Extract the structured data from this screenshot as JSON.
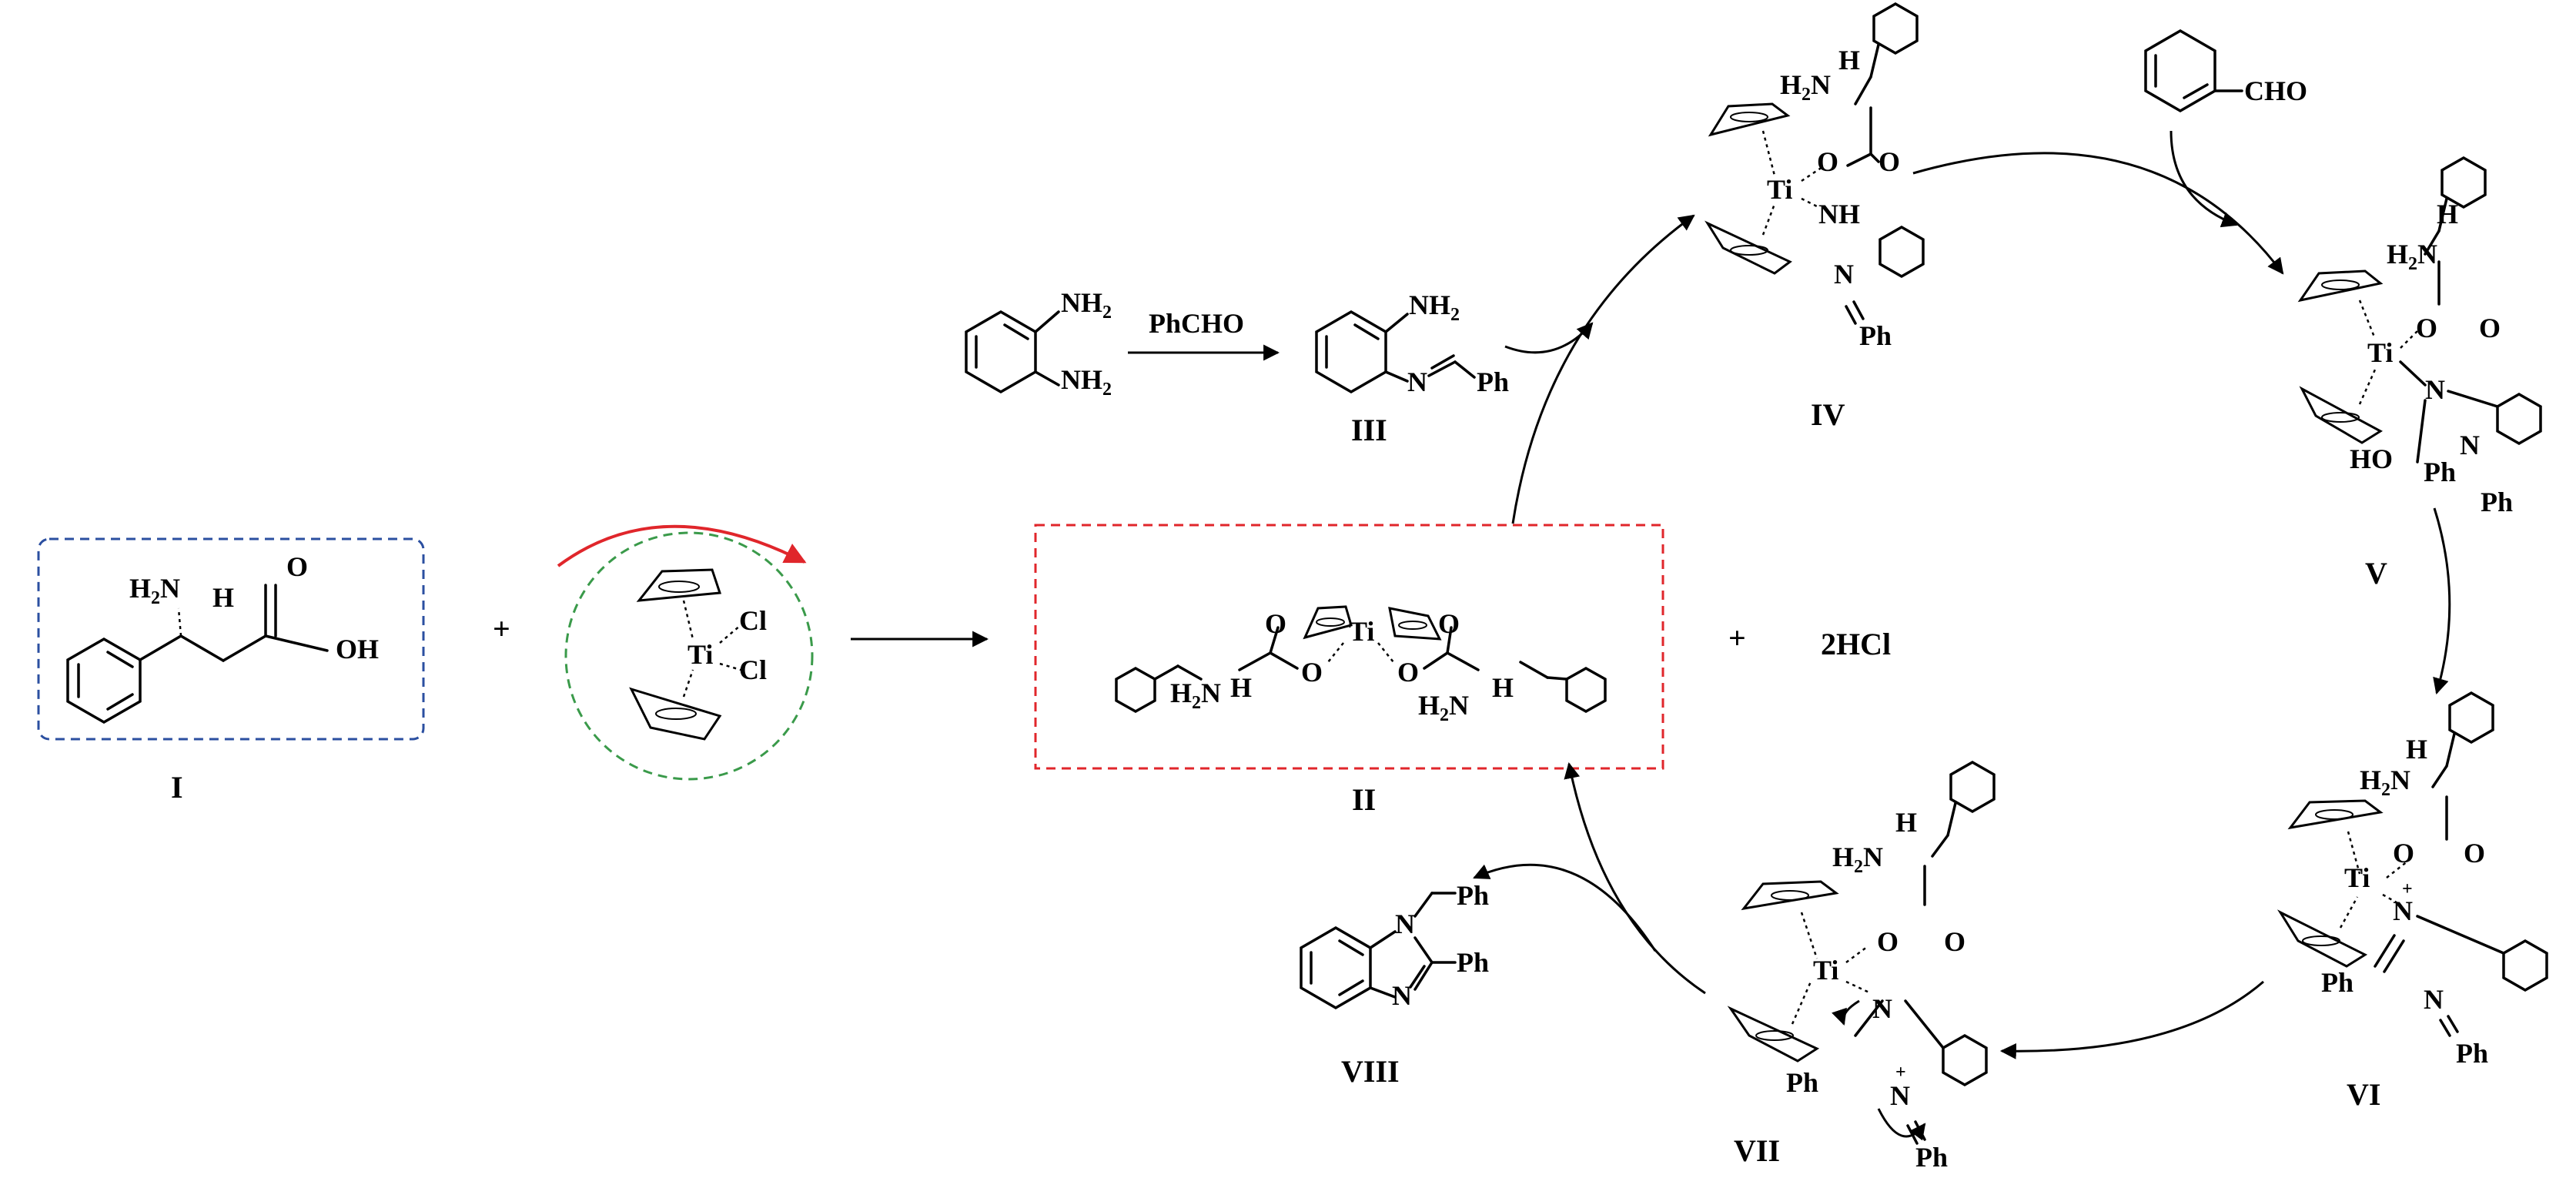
{
  "compounds": [
    {
      "id": "I",
      "label": "I"
    },
    {
      "id": "II",
      "label": "II"
    },
    {
      "id": "III",
      "label": "III"
    },
    {
      "id": "IV",
      "label": "IV"
    },
    {
      "id": "V",
      "label": "V"
    },
    {
      "id": "VI",
      "label": "VI"
    },
    {
      "id": "VII",
      "label": "VII"
    },
    {
      "id": "VIII",
      "label": "VIII"
    }
  ],
  "reagents": {
    "plus": "+",
    "phcho": "PhCHO",
    "cho": "CHO",
    "hcl": "2HCl"
  },
  "atoms": {
    "ti": "Ti",
    "cl": "Cl",
    "o": "O",
    "oh": "OH",
    "h": "H",
    "n": "N",
    "nh": "NH",
    "nh2": "NH",
    "h2n": "H",
    "ho": "HO",
    "ph": "Ph",
    "two": "2",
    "plus_charge": "+"
  },
  "colors": {
    "box_I": "#2b4fa0",
    "circle_TiCp2Cl2": "#3a9a4a",
    "box_II": "#e0262b",
    "red_arrow": "#e0262b"
  }
}
